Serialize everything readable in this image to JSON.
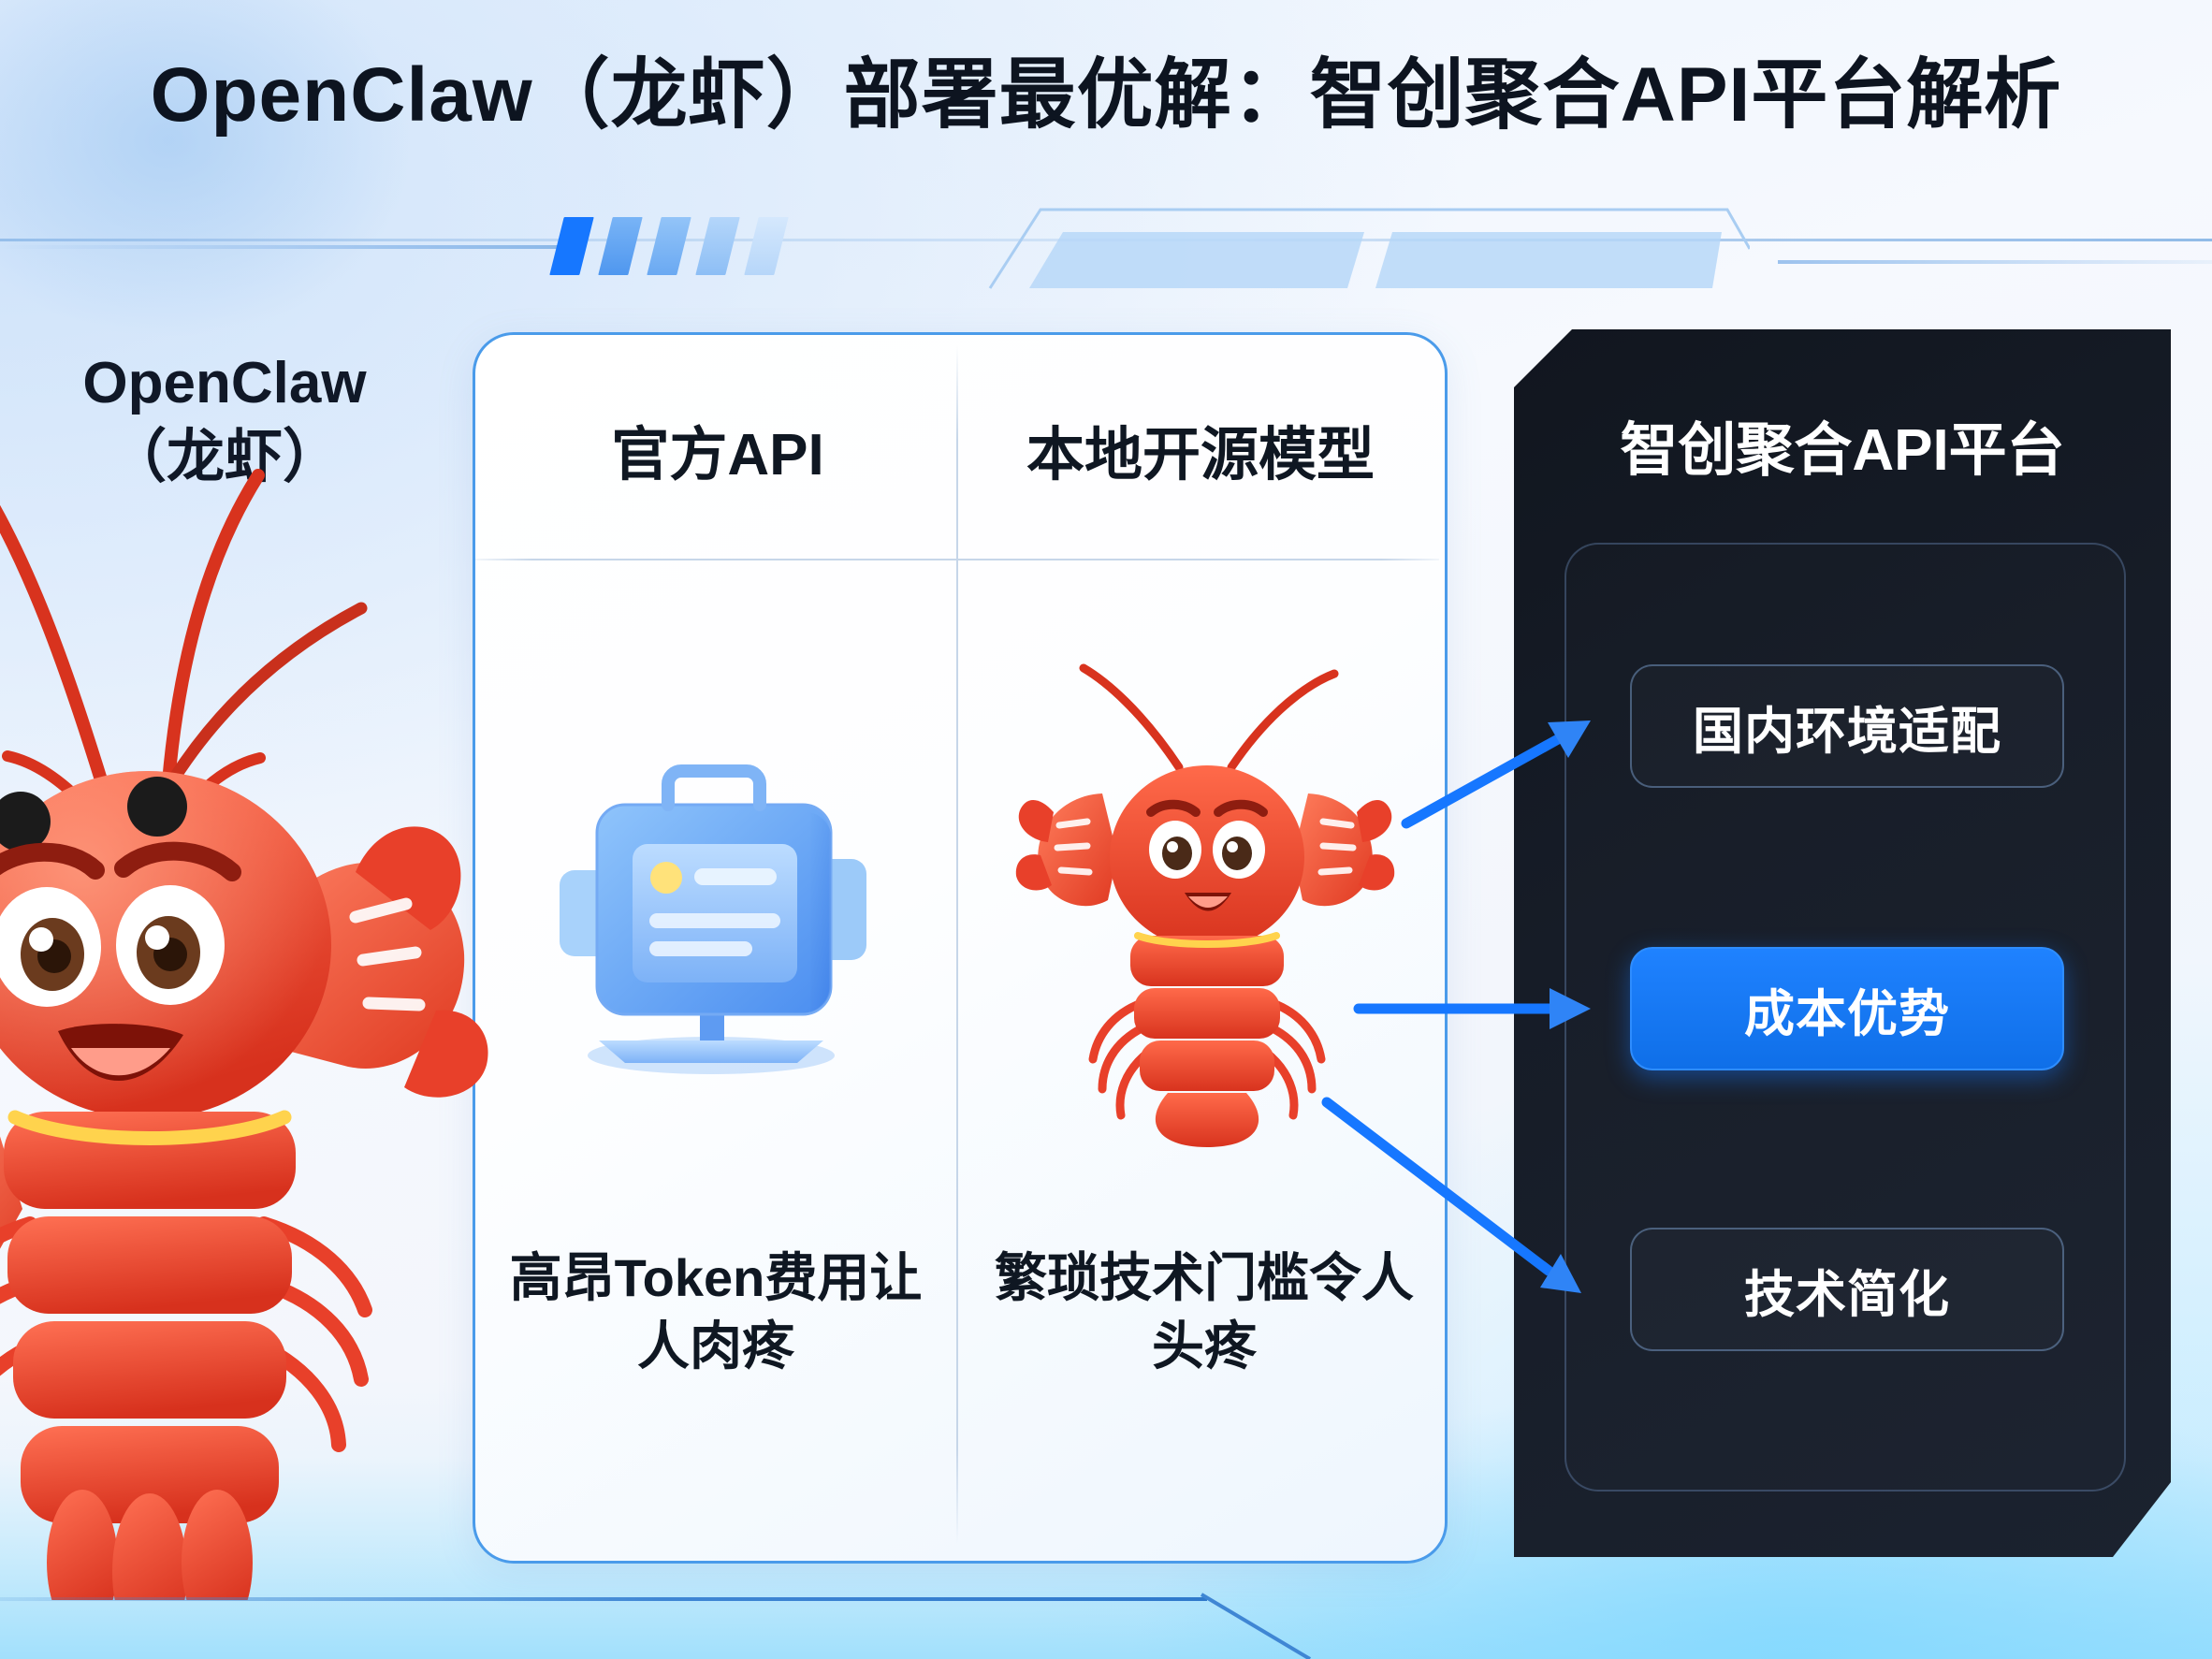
{
  "title": "OpenClaw（龙虾）部署最优解：智创聚合API平台解析",
  "left_label": {
    "line1": "OpenClaw",
    "line2": "（龙虾）"
  },
  "comparison": {
    "columns": [
      {
        "header": "官方API",
        "caption": "高昂Token费用让人肉疼",
        "icon": "api-server-icon"
      },
      {
        "header": "本地开源模型",
        "caption": "繁琐技术门槛令人头疼",
        "icon": "lobster-mascot-icon"
      }
    ]
  },
  "platform_panel": {
    "title": "智创聚合API平台",
    "features": [
      {
        "label": "国内环境适配",
        "highlighted": false
      },
      {
        "label": "成本优势",
        "highlighted": true
      },
      {
        "label": "技术简化",
        "highlighted": false
      }
    ]
  },
  "icons": {
    "lobster_big": "lobster-mascot-icon",
    "arrow_1": "arrow-up-right-icon",
    "arrow_2": "arrow-right-icon",
    "arrow_3": "arrow-down-right-icon",
    "deco_bars": "slanted-bars-decor-icon",
    "deco_panel": "trapezoid-panel-decor-icon"
  },
  "colors": {
    "accent_blue": "#1677ff",
    "panel_dark": "#161c27",
    "card_border": "#4a9bea",
    "title_text": "#0d1420",
    "lobster_red": "#e8402a",
    "background_top": "#eaf3fd",
    "background_bottom": "#94dcfc"
  }
}
